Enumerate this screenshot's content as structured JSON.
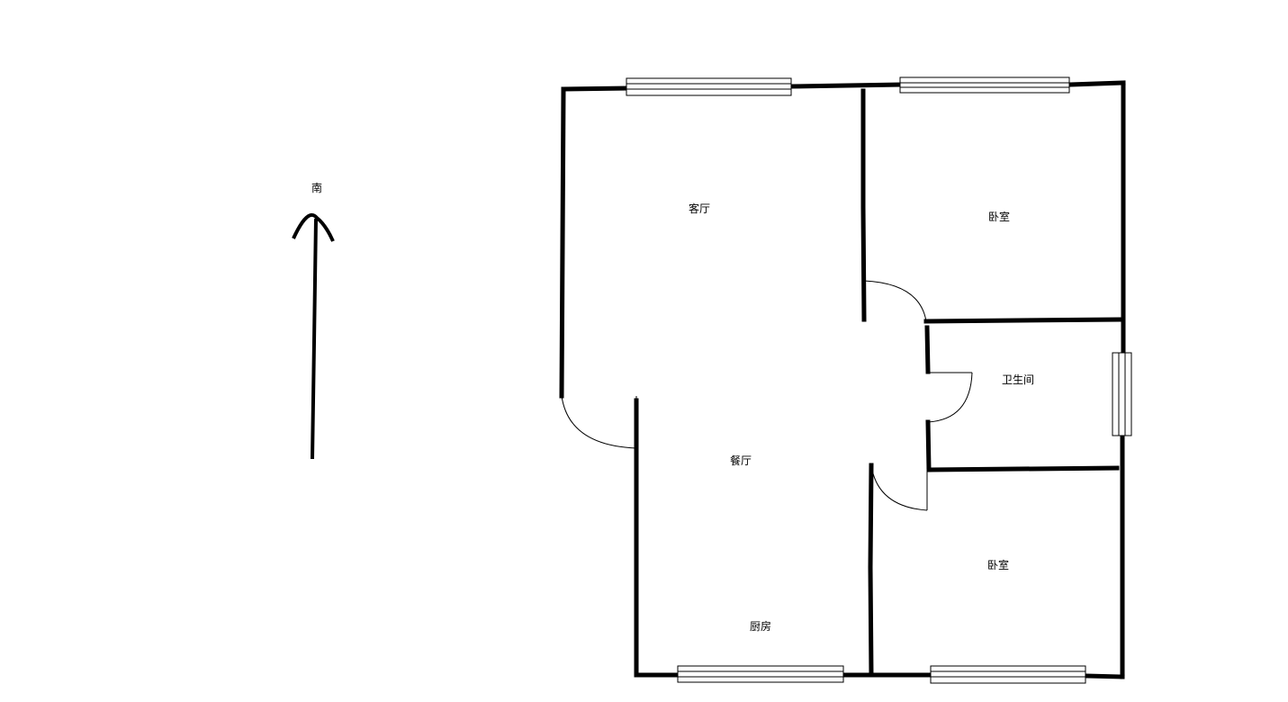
{
  "compass": {
    "label": "南"
  },
  "rooms": {
    "living": "客厅",
    "bedroom_north": "卧室",
    "bathroom": "卫生间",
    "dining": "餐厅",
    "bedroom_south": "卧室",
    "kitchen": "厨房"
  }
}
